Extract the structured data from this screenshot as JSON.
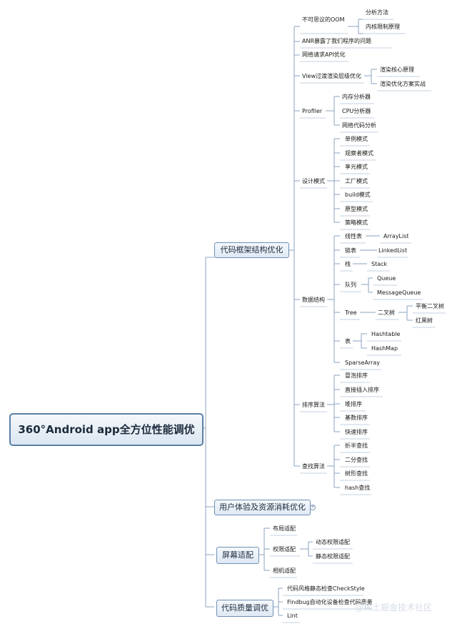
{
  "root": {
    "label": "360°Android app全方位性能调优"
  },
  "branches": {
    "code_arch": {
      "label": "代码框架结构优化",
      "oom": "不可思议的OOM",
      "oom_children": [
        "分析方法",
        "内核限制原理"
      ],
      "anr": "ANR暴露了我们程序的问题",
      "network": "网络请求API优化",
      "view": "View过渡渲染层级优化",
      "view_children": [
        "渲染核心原理",
        "渲染优化方案实战"
      ],
      "profiler": "Profiler",
      "profiler_children": [
        "内存分析器",
        "CPU分析器",
        "网络代码分析"
      ],
      "design": "设计模式",
      "design_children": [
        "单例模式",
        "观察者模式",
        "享元模式",
        "工厂模式",
        "build模式",
        "原型模式",
        "策略模式"
      ],
      "ds": "数据结构",
      "ds_linear": "线性表",
      "ds_arraylist": "ArrayList",
      "ds_linked": "链表",
      "ds_linkedlist": "LinkedList",
      "ds_stackcat": "栈",
      "ds_stack": "Stack",
      "ds_queuecat": "队列",
      "ds_queue": "Queue",
      "ds_messagequeue": "MessageQueue",
      "ds_tree": "Tree",
      "ds_binary": "二叉树",
      "ds_balanced": "平衡二叉树",
      "ds_redblack": "红黑树",
      "ds_table": "表",
      "ds_hashtable": "Hashtable",
      "ds_hashmap": "HashMap",
      "ds_sparse": "SparseArray",
      "sort": "排序算法",
      "sort_children": [
        "冒泡排序",
        "直接插入排序",
        "堆排序",
        "基数排序",
        "快速排序"
      ],
      "search": "查找算法",
      "search_children": [
        "折半查找",
        "二分查找",
        "树形查找",
        "hash查找"
      ]
    },
    "ux": {
      "label": "用户体验及资源消耗优化"
    },
    "screen": {
      "label": "屏幕适配",
      "layout": "布局适配",
      "perm": "权限适配",
      "perm_children": [
        "动态权限适配",
        "静态权限适配"
      ],
      "camera": "相机适配"
    },
    "quality": {
      "label": "代码质量调优",
      "children": [
        "代码风格静态检查CheckStyle",
        "Findbug自动化设备检查代码质量",
        "Lint"
      ]
    }
  },
  "watermark": "@稀土掘金技术社区"
}
